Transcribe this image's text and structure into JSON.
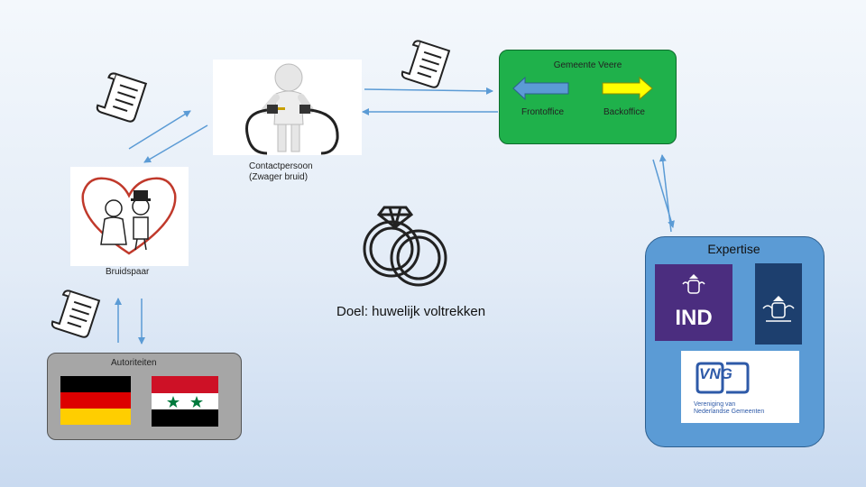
{
  "gemeente": {
    "title": "Gemeente Veere",
    "frontoffice": "Frontoffice",
    "backoffice": "Backoffice"
  },
  "contactpersoon": {
    "line1": "Contactpersoon",
    "line2": "(Zwager bruid)"
  },
  "bruidspaar": {
    "label": "Bruidspaar"
  },
  "doel": {
    "text": "Doel: huwelijk voltrekken"
  },
  "autoriteiten": {
    "label": "Autoriteiten"
  },
  "expertise": {
    "title": "Expertise",
    "ind_text": "IND",
    "vng_text": "VNG",
    "vng_sub_line1": "Vereniging van",
    "vng_sub_line2": "Nederlandse Gemeenten"
  },
  "colors": {
    "gemeente_box": "#1fb14b",
    "expertise_box": "#5b9bd5",
    "autoriteiten_box": "#a6a6a6",
    "arrow_blue": "#5b9bd5",
    "arrow_yellow": "#ffff00",
    "ind_purple": "#4b2d7f",
    "rijk_blue": "#1d3f6e"
  },
  "icons": [
    "document-scroll-icon",
    "wedding-rings-icon",
    "plug-figure-image",
    "bride-groom-image",
    "german-flag",
    "syrian-flag",
    "ind-logo",
    "rijksoverheid-logo",
    "vng-logo"
  ]
}
